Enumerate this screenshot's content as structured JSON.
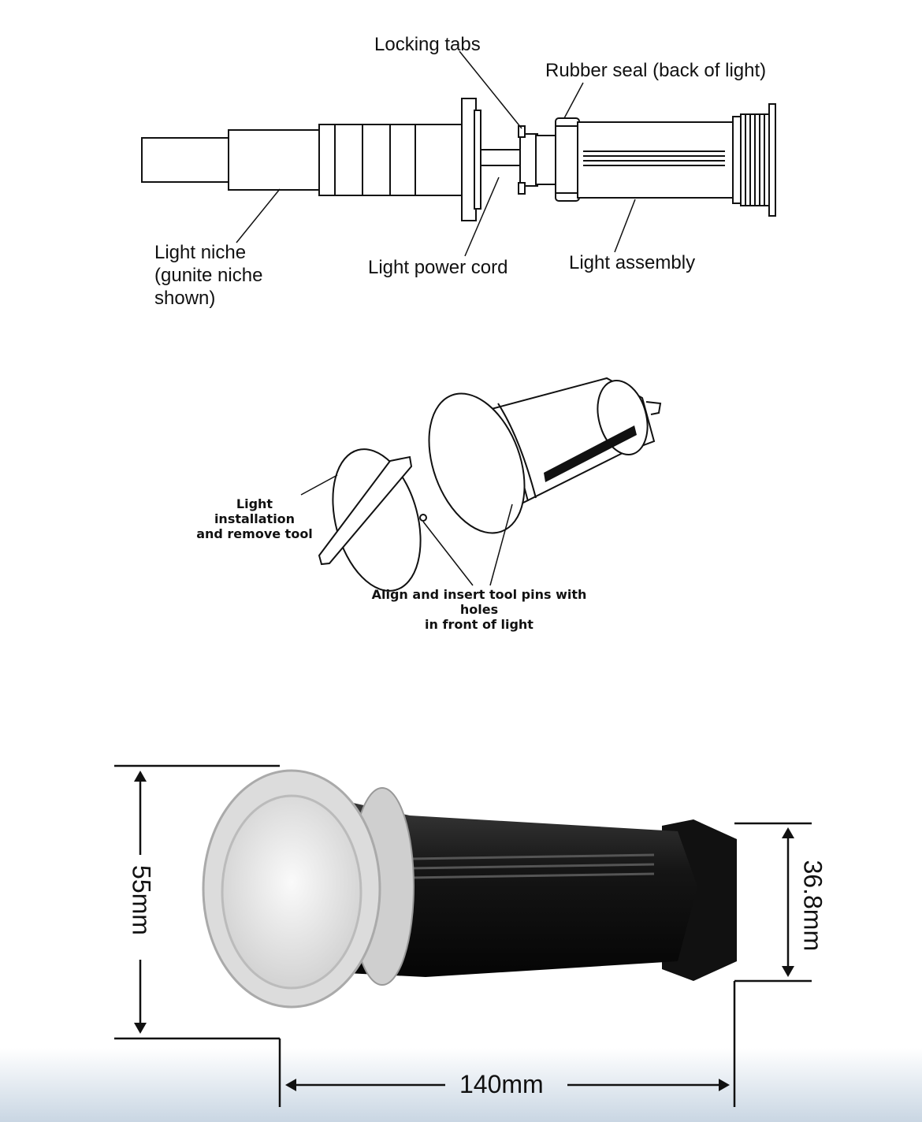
{
  "exploded_view": {
    "locking_tabs": "Locking tabs",
    "rubber_seal": "Rubber seal (back of light)",
    "light_niche": "Light niche\n(gunite niche\nshown)",
    "power_cord": "Light power cord",
    "light_assembly": "Light assembly"
  },
  "tool_view": {
    "tool_label": "Light installation\nand remove tool",
    "align_label": "Align and insert tool pins with holes\nin front of light"
  },
  "dimensions": {
    "height_front": "55mm",
    "height_back": "36.8mm",
    "length": "140mm"
  },
  "colors": {
    "line": "#111111",
    "body_dark": "#1a1a1a",
    "lens": "#e6e6e6",
    "floor": "#dde6f0"
  }
}
